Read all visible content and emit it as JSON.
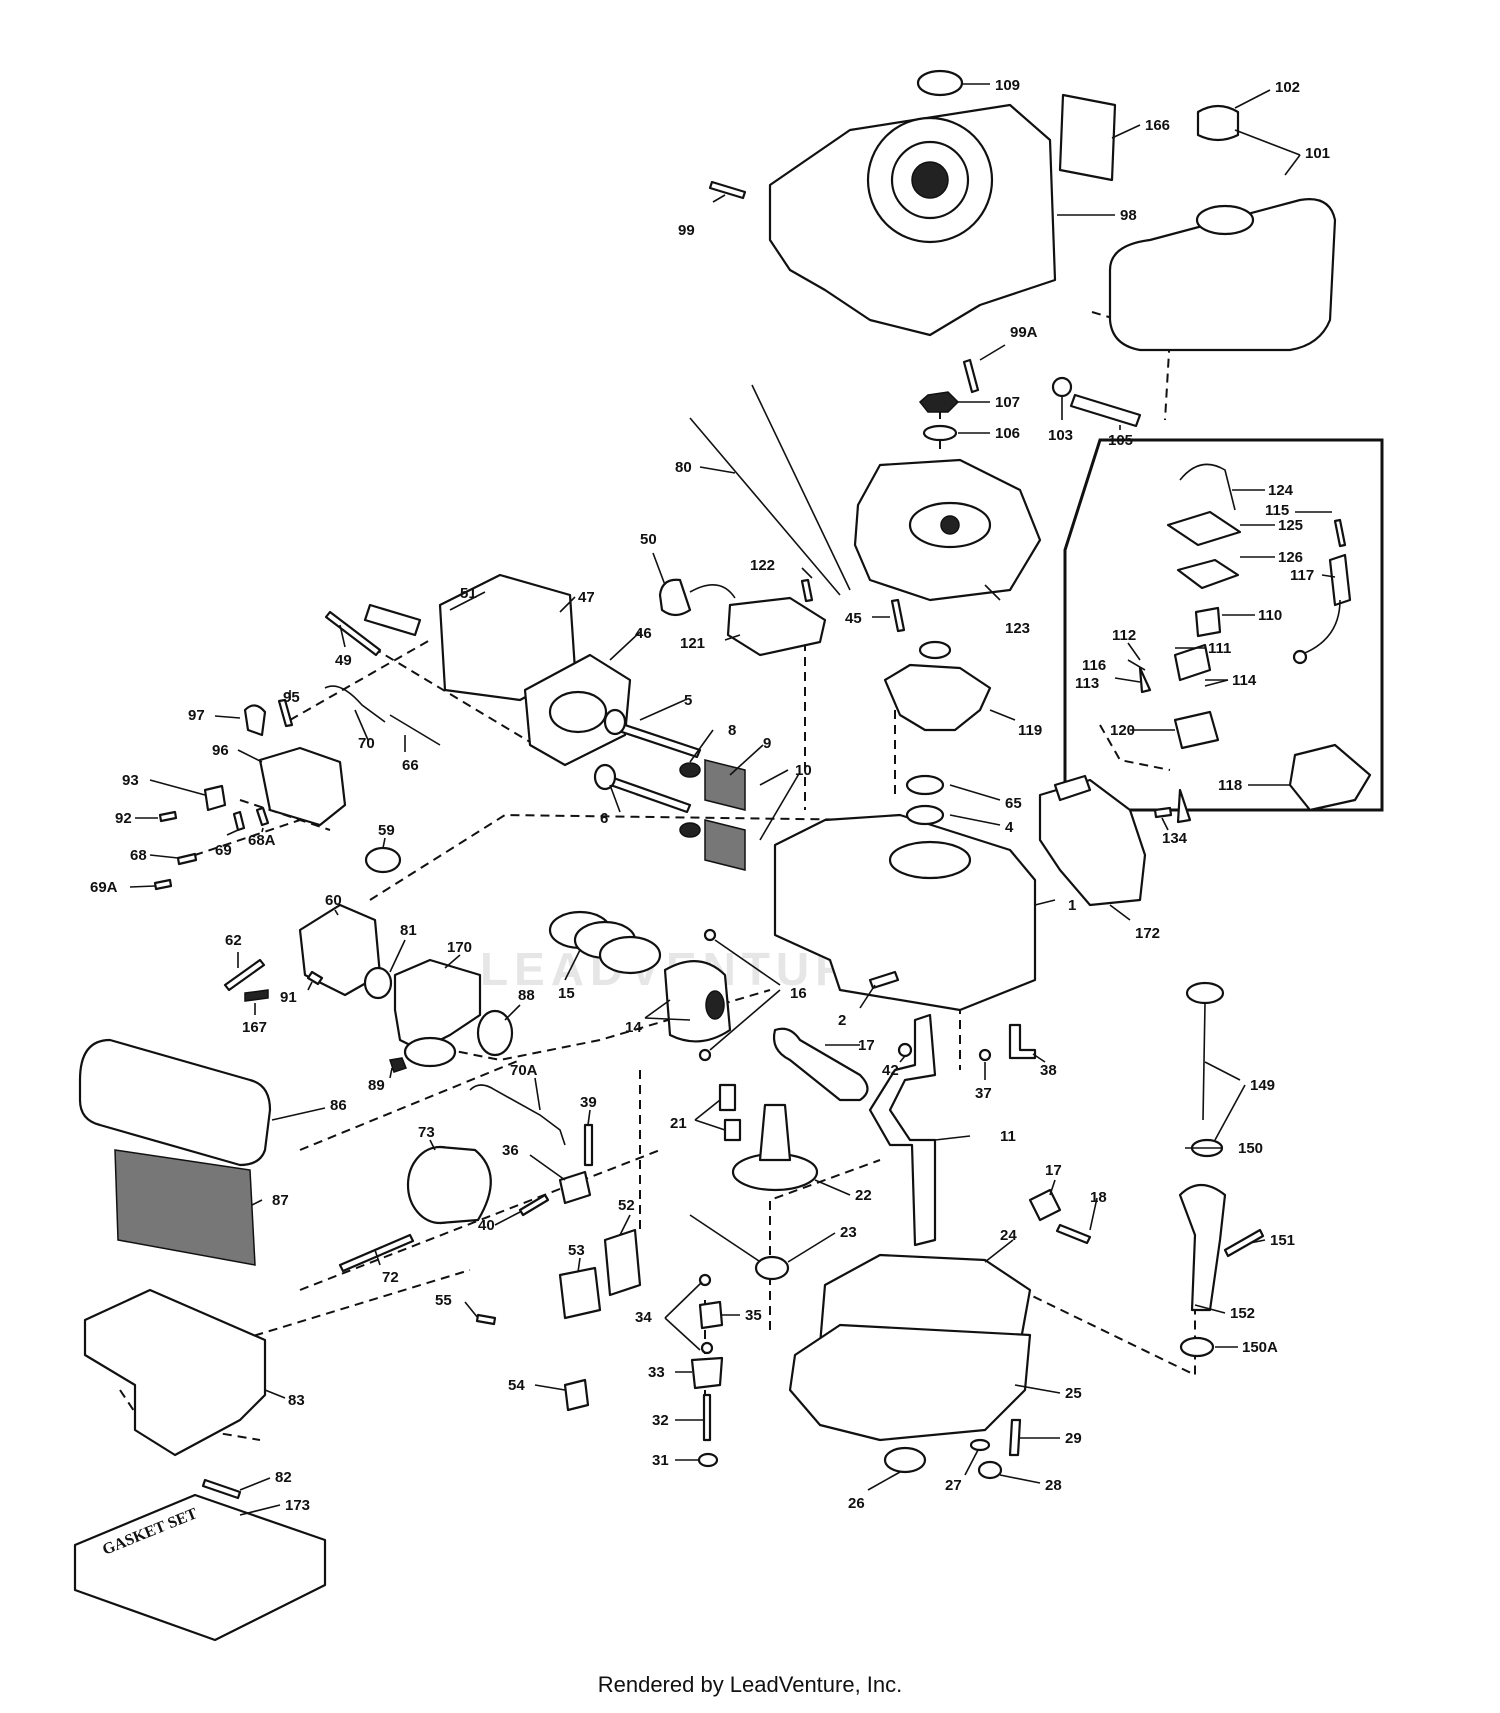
{
  "watermark": "LEADVENTURE",
  "gasket_set_label": "GASKET SET",
  "footer": "Rendered by LeadVenture, Inc.",
  "callouts": [
    "109",
    "102",
    "166",
    "101",
    "99",
    "98",
    "99A",
    "107",
    "106",
    "103",
    "105",
    "80",
    "124",
    "115",
    "125",
    "126",
    "117",
    "110",
    "50",
    "122",
    "121",
    "45",
    "123",
    "111",
    "112",
    "116",
    "113",
    "114",
    "119",
    "51",
    "47",
    "46",
    "49",
    "95",
    "97",
    "70",
    "66",
    "5",
    "8",
    "9",
    "10",
    "96",
    "93",
    "92",
    "6",
    "65",
    "4",
    "120",
    "118",
    "134",
    "68",
    "69",
    "68A",
    "69A",
    "59",
    "60",
    "1",
    "172",
    "62",
    "81",
    "170",
    "15",
    "91",
    "167",
    "88",
    "16",
    "14",
    "2",
    "17",
    "42",
    "37",
    "38",
    "149",
    "89",
    "86",
    "70A",
    "39",
    "21",
    "11",
    "150",
    "73",
    "36",
    "22",
    "87",
    "40",
    "52",
    "23",
    "17",
    "18",
    "151",
    "53",
    "24",
    "72",
    "55",
    "34",
    "35",
    "152",
    "150A",
    "33",
    "25",
    "54",
    "32",
    "29",
    "31",
    "27",
    "28",
    "26",
    "83",
    "82",
    "173"
  ]
}
